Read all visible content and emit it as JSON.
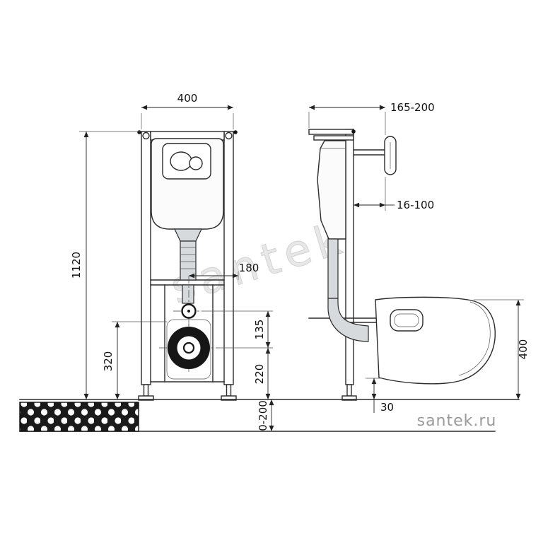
{
  "page": {
    "description": "Installation drawing of a wall-hung toilet mounting frame with concealed cistern, front and side views with dimensions"
  },
  "watermarks": {
    "center": "santek",
    "site": "santek.ru"
  },
  "dimensions": {
    "front": {
      "width": "400",
      "height": "1120",
      "outlet_offset": "180",
      "inlet_to_outlet": "135",
      "outlet_height": "220",
      "supply_height": "320",
      "floor_adjust": "0-200"
    },
    "side": {
      "depth": "165-200",
      "wall_gap": "16-100",
      "bowl_height": "400",
      "floor_gap": "30"
    }
  },
  "colors": {
    "line": "#2b2b2b",
    "pipe_fill": "#d6dadd",
    "grate_fill": "#1a1a1a",
    "watermark": "#d2d2d2",
    "dim_text": "#111111"
  }
}
